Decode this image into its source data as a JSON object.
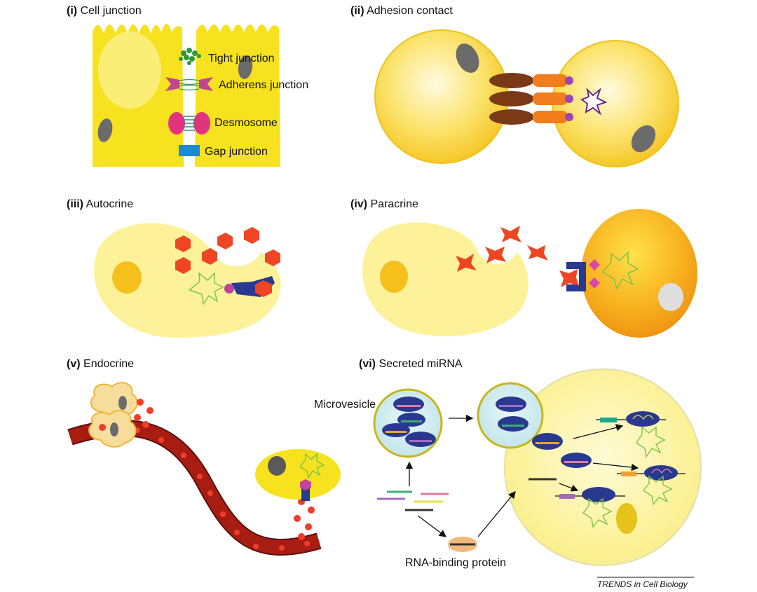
{
  "credit": "TRENDS in Cell Biology",
  "panels": {
    "cell_junction": {
      "num": "(i)",
      "title": "Cell junction",
      "labels": {
        "tight": "Tight junction",
        "adherens": "Adherens junction",
        "desmosome": "Desmosome",
        "gap": "Gap junction"
      }
    },
    "adhesion_contact": {
      "num": "(ii)",
      "title": "Adhesion contact"
    },
    "autocrine": {
      "num": "(iii)",
      "title": "Autocrine"
    },
    "paracrine": {
      "num": "(iv)",
      "title": "Paracrine"
    },
    "endocrine": {
      "num": "(v)",
      "title": "Endocrine"
    },
    "secreted_mirna": {
      "num": "(vi)",
      "title": "Secreted miRNA",
      "labels": {
        "microvesicle": "Microvesicle",
        "rna_binding": "RNA-binding protein"
      }
    }
  },
  "colors": {
    "cell_yellow": "#f7e21f",
    "pale_yellow": "#fdf29a",
    "orange_cell": "#f5a623",
    "ligand_red": "#ef4523",
    "receptor_blue": "#2a3990",
    "magenta": "#c0449a",
    "vessel_red": "#a81d12"
  }
}
